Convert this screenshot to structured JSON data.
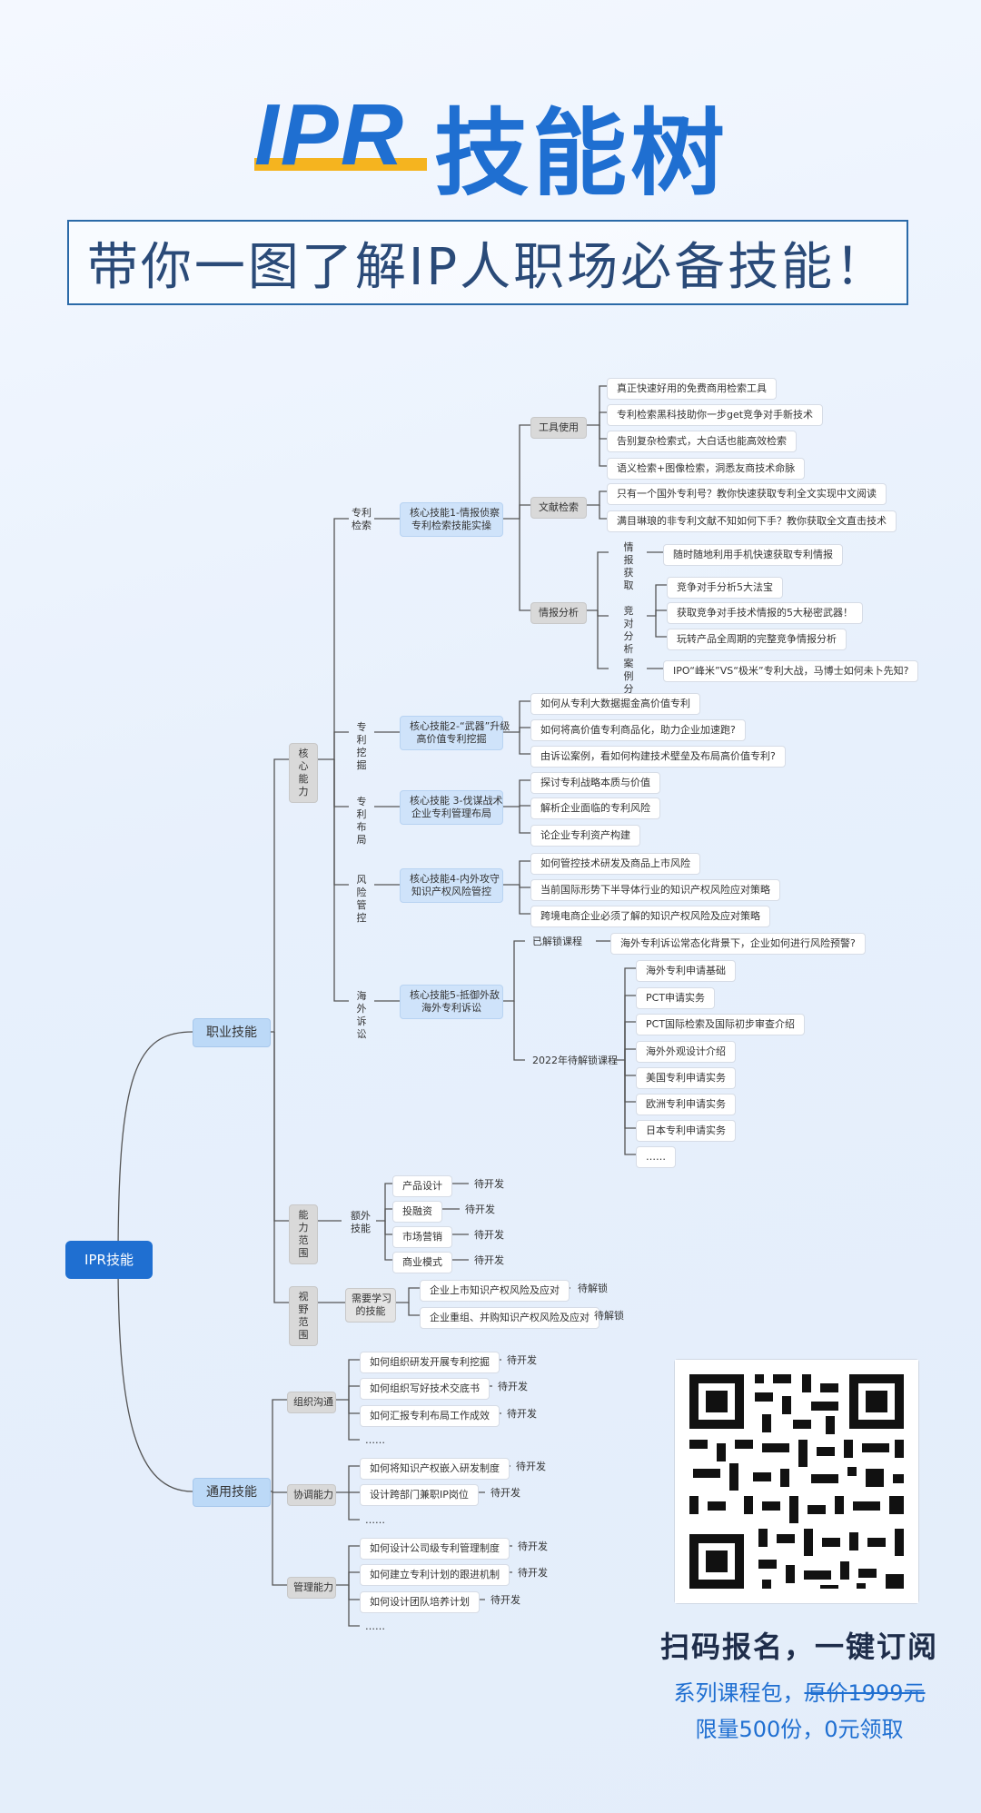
{
  "header": {
    "logo_latin": "IPR",
    "logo_cn": "技能树",
    "slogan": "带你一图了解IP人职场必备技能！"
  },
  "mindmap": {
    "root": "IPR技能",
    "career": "职业技能",
    "core": "核心能力",
    "patent_search": "专利检索",
    "skill1": [
      "核心技能1-情报侦察",
      "专利检索技能实操"
    ],
    "tools": "工具使用",
    "tools_items": [
      "真正快速好用的免费商用检索工具",
      "专利检索黑科技助你一步get竞争对手新技术",
      "告别复杂检索式，大白话也能高效检索",
      "语义检索+图像检索，洞悉友商技术命脉"
    ],
    "doc_search": "文献检索",
    "doc_items": [
      "只有一个国外专利号？教你快速获取专利全文实现中文阅读",
      "满目琳琅的非专利文献不知如何下手？教你获取全文直击技术"
    ],
    "intel": "情报分析",
    "intel_get": "情报获取",
    "intel_get_item": "随时随地利用手机快速获取专利情报",
    "compete": "竞对分析",
    "compete_items": [
      "竞争对手分析5大法宝",
      "获取竞争对手技术情报的5大秘密武器！",
      "玩转产品全周期的完整竞争情报分析"
    ],
    "case": "案例分析",
    "case_item": "IPO“峰米”VS“极米”专利大战，马博士如何未卜先知?",
    "mining": "专利挖掘",
    "skill2": [
      "核心技能2-“武器”升级",
      "高价值专利挖掘"
    ],
    "mining_items": [
      "如何从专利大数据掘金高价值专利",
      "如何将高价值专利商品化，助力企业加速跑?",
      "由诉讼案例，看如何构建技术壁垒及布局高价值专利?"
    ],
    "layout": "专利布局",
    "skill3": [
      "核心技能 3-伐谋战术",
      "企业专利管理布局"
    ],
    "layout_items": [
      "探讨专利战略本质与价值",
      "解析企业面临的专利风险",
      "论企业专利资产构建"
    ],
    "risk": "风险管控",
    "skill4": [
      "核心技能4-内外攻守",
      "知识产权风险管控"
    ],
    "risk_items": [
      "如何管控技术研发及商品上市风险",
      "当前国际形势下半导体行业的知识产权风险应对策略",
      "跨境电商企业必须了解的知识产权风险及应对策略"
    ],
    "overseas": "海外诉讼",
    "skill5": [
      "核心技能5-抵御外敌",
      "海外专利诉讼"
    ],
    "unlocked": "已解锁课程",
    "unlocked_item": "海外专利诉讼常态化背景下，企业如何进行风险预警?",
    "pending2022": "2022年待解锁课程",
    "pending_items": [
      "海外专利申请基础",
      "PCT申请实务",
      "PCT国际检索及国际初步审查介绍",
      "海外外观设计介绍",
      "美国专利申请实务",
      "欧洲专利申请实务",
      "日本专利申请实务",
      "……"
    ],
    "ability": "能力范围",
    "extra": "额外技能",
    "extra_items": [
      "产品设计",
      "投融资",
      "市场营销",
      "商业模式"
    ],
    "todo": "待开发",
    "vision": "视野范围",
    "learn": [
      "需要学习",
      "的技能"
    ],
    "vision_items": [
      "企业上市知识产权风险及应对",
      "企业重组、并购知识产权风险及应对"
    ],
    "locked": "待解锁",
    "general": "通用技能",
    "org": "组织沟通",
    "org_items": [
      "如何组织研发开展专利挖掘",
      "如何组织写好技术交底书",
      "如何汇报专利布局工作成效",
      "……"
    ],
    "coord": "协调能力",
    "coord_items": [
      "如何将知识产权嵌入研发制度",
      "设计跨部门兼职IP岗位",
      "……"
    ],
    "mgmt": "管理能力",
    "mgmt_items": [
      "如何设计公司级专利管理制度",
      "如何建立专利计划的跟进机制",
      "如何设计团队培养计划",
      "……"
    ]
  },
  "cta": {
    "line1": "扫码报名，一键订阅",
    "line2_prefix": "系列课程包，",
    "line2_strike": "原价1999元",
    "line3": "限量500份，0元领取"
  },
  "colors": {
    "brand_blue": "#1f6fd1",
    "accent_yellow": "#f5b41f",
    "line": "#555555"
  },
  "icons": {
    "qr": "qr-code-icon"
  }
}
